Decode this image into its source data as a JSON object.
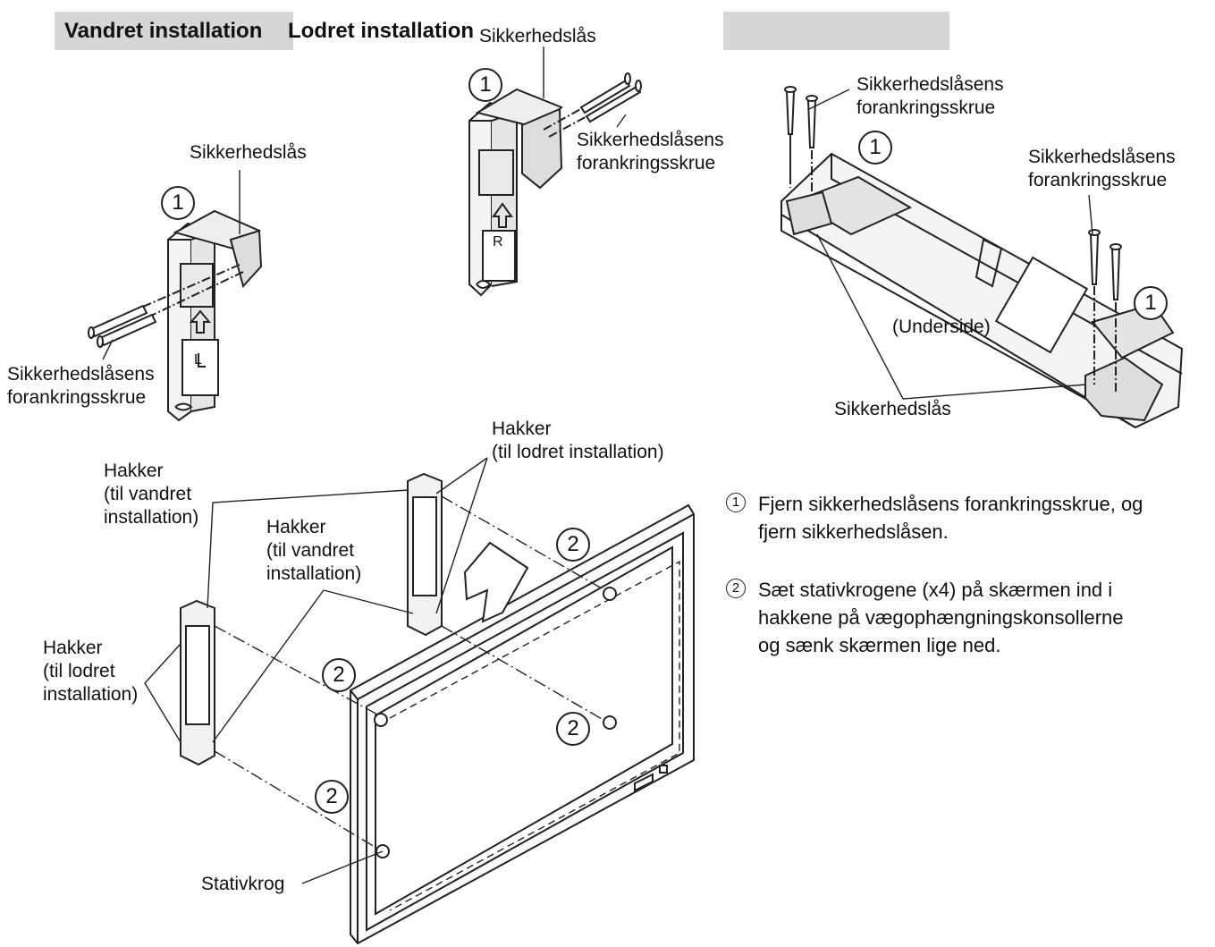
{
  "header": {
    "left_title": "Vandret installation",
    "right_title": "Lodret installation"
  },
  "labels": {
    "security_lock": "Sikkerhedslås",
    "anchor_screw": "Sikkerhedslåsens\nforankringsskrue",
    "underside": "(Underside)",
    "notches_vertical": "Hakker\n(til lodret installation)",
    "notches_horizontal": "Hakker\n(til vandret\ninstallation)",
    "notches_vertical_wrapped": "Hakker\n(til lodret\ninstallation)",
    "stand_hook": "Stativkrog",
    "marker_1": "1",
    "marker_2": "2",
    "bracket_left_letter": "L",
    "bracket_right_letter": "R"
  },
  "instructions": [
    {
      "number": "1",
      "text": "Fjern sikkerhedslåsens forankringsskrue, og\nfjern sikkerhedslåsen."
    },
    {
      "number": "2",
      "text": "Sæt stativkrogene (x4) på skærmen ind i\nhakkene på vægophængningskonsollerne\nog sænk skærmen lige ned."
    }
  ]
}
